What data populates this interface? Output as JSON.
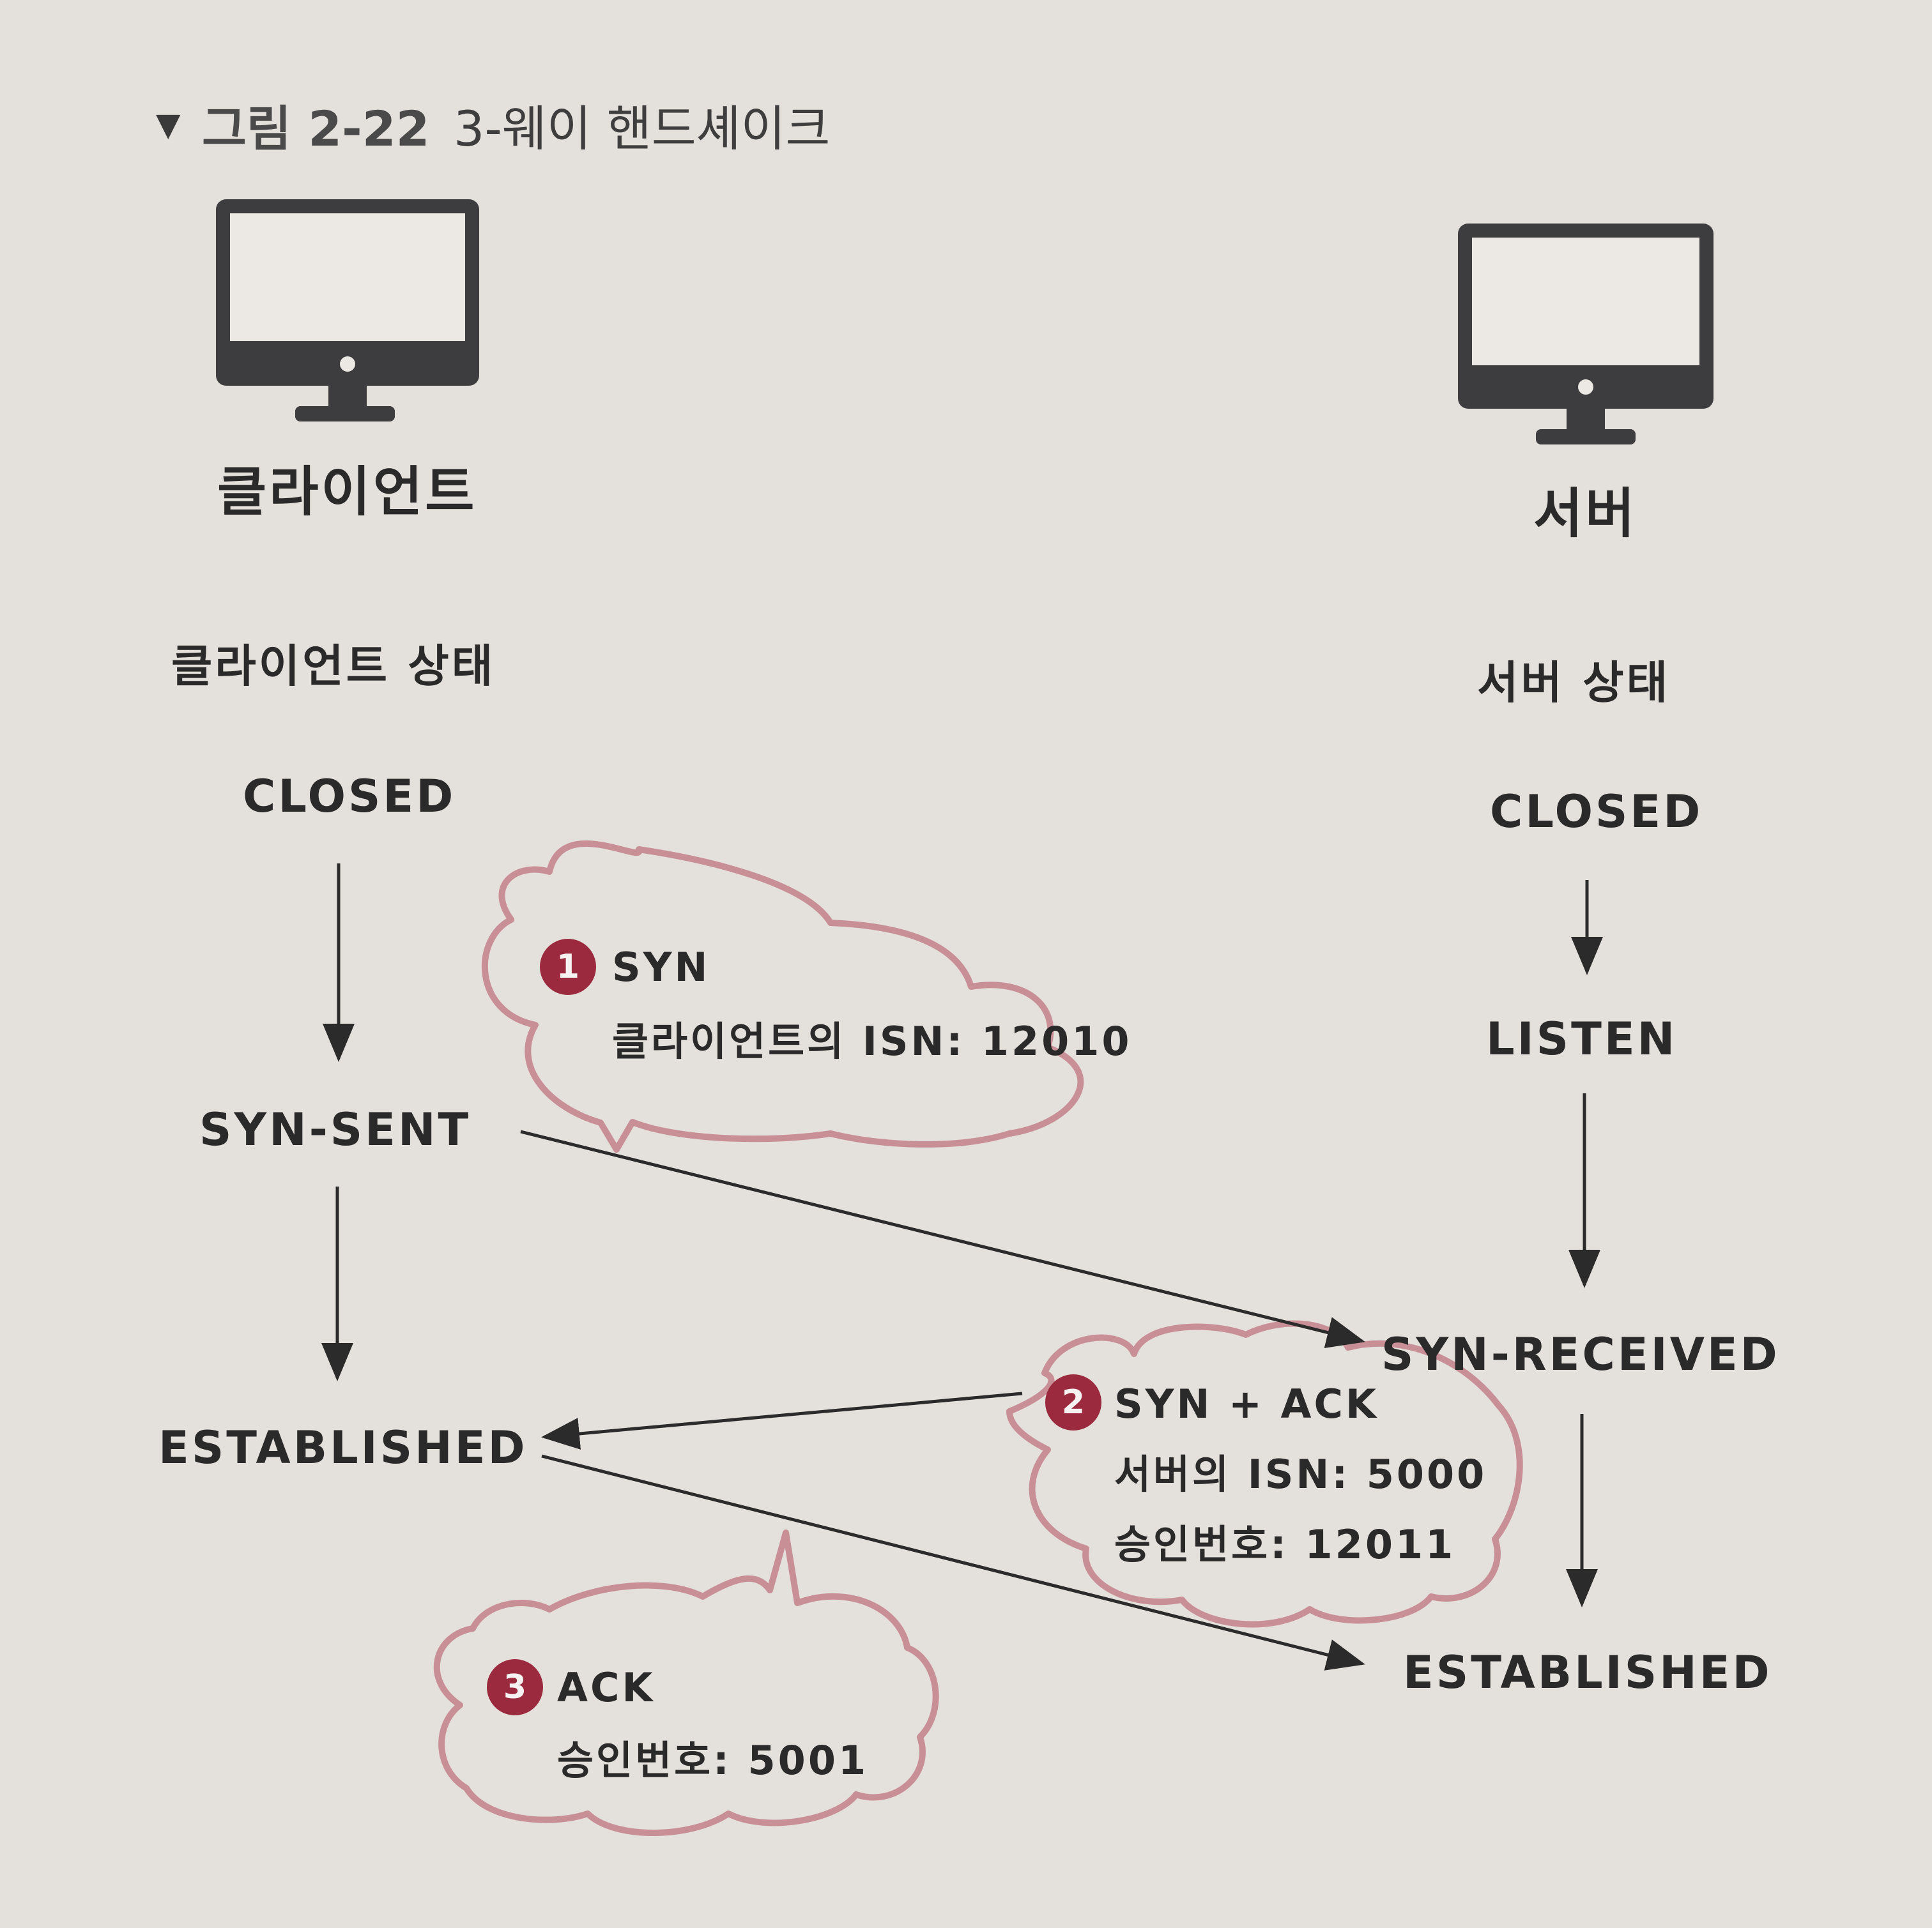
{
  "figure": {
    "marker": "▼",
    "number": "그림 2-22",
    "title": "3-웨이 핸드셰이크"
  },
  "client": {
    "icon": "monitor-icon",
    "name": "클라이언트",
    "state_header": "클라이언트 상태",
    "states": [
      "CLOSED",
      "SYN-SENT",
      "ESTABLISHED"
    ]
  },
  "server": {
    "icon": "monitor-icon",
    "name": "서버",
    "state_header": "서버 상태",
    "states": [
      "CLOSED",
      "LISTEN",
      "SYN-RECEIVED",
      "ESTABLISHED"
    ]
  },
  "messages": [
    {
      "step": "1",
      "title": "SYN",
      "lines": [
        "클라이언트의 ISN: 12010"
      ],
      "direction": "client-to-server"
    },
    {
      "step": "2",
      "title": "SYN + ACK",
      "lines": [
        "서버의 ISN: 5000",
        "승인번호: 12011"
      ],
      "direction": "server-to-client"
    },
    {
      "step": "3",
      "title": "ACK",
      "lines": [
        "승인번호: 5001"
      ],
      "direction": "client-to-server"
    }
  ],
  "colors": {
    "background": "#e4e1dc",
    "ink": "#2b2b2b",
    "monitor": "#3d3d3f",
    "bubble_outline": "#c98f97",
    "badge": "#9b2a3e"
  }
}
